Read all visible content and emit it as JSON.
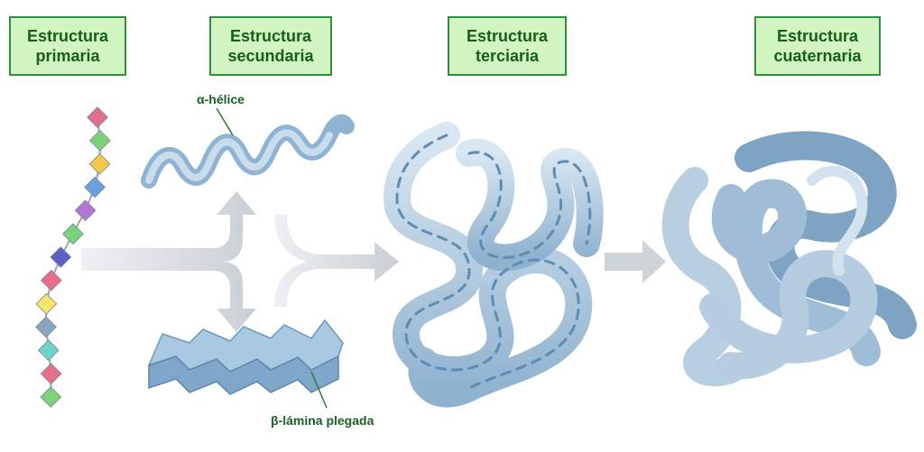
{
  "labels": {
    "primaria": {
      "line1": "Estructura",
      "line2": "primaria"
    },
    "secundaria": {
      "line1": "Estructura",
      "line2": "secundaria"
    },
    "terciaria": {
      "line1": "Estructura",
      "line2": "terciaria"
    },
    "cuaternaria": {
      "line1": "Estructura",
      "line2": "cuaternaria"
    }
  },
  "annotations": {
    "alpha": "α-hélice",
    "beta": "β-lámina plegada"
  },
  "amino_colors": [
    "#e56f8a",
    "#7bd27a",
    "#f2c94c",
    "#6aa0e0",
    "#b276d6",
    "#7bd27a",
    "#5b5fc7",
    "#e56f8a",
    "#f2e66a",
    "#8aa5bf",
    "#6ed3c8",
    "#e56f8a",
    "#7bd27a"
  ],
  "colors": {
    "ribbon": "#a7c6df",
    "ribbon_dark": "#6f98bb",
    "tube": "#b6cfe3",
    "arrow": "#cfd4d9"
  }
}
